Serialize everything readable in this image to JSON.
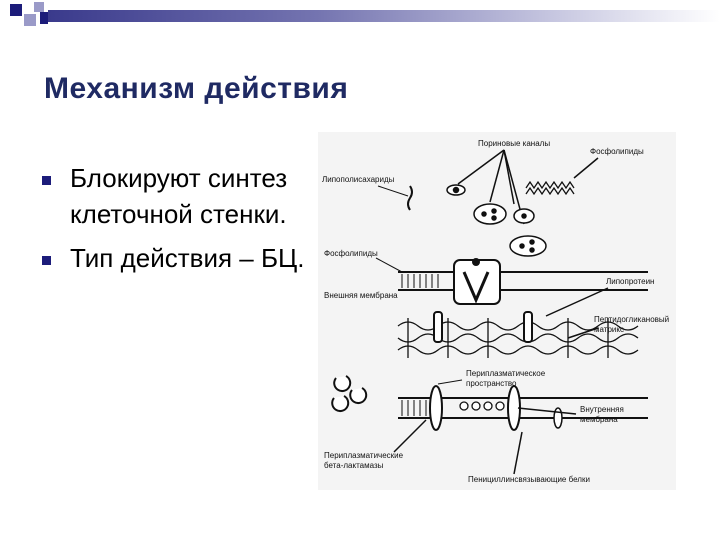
{
  "slide": {
    "title": "Механизм действия",
    "bullets": [
      {
        "text": "Блокируют синтез клеточной стенки."
      },
      {
        "text": "Тип действия – БЦ."
      }
    ]
  },
  "diagram": {
    "labels": {
      "porins": "Пориновые каналы",
      "phospholipids_top": "Фосфолипиды",
      "lps": "Липополисахариды",
      "phospholipids_left": "Фосфолипиды",
      "outer_membrane": "Внешняя мембрана",
      "lipoprotein": "Липопротеин",
      "peptidoglycan_1": "Пептидогликановый",
      "peptidoglycan_2": "матрикс",
      "periplasm_1": "Периплазматическое",
      "periplasm_2": "пространство",
      "inner_1": "Внутренняя",
      "inner_2": "мембрана",
      "betalact_1": "Периплазматические",
      "betalact_2": "бета-лактамазы",
      "pbp": "Пенициллинсвязывающие белки"
    }
  },
  "colors": {
    "title": "#1f2a63",
    "bullet": "#1c1c7a"
  }
}
